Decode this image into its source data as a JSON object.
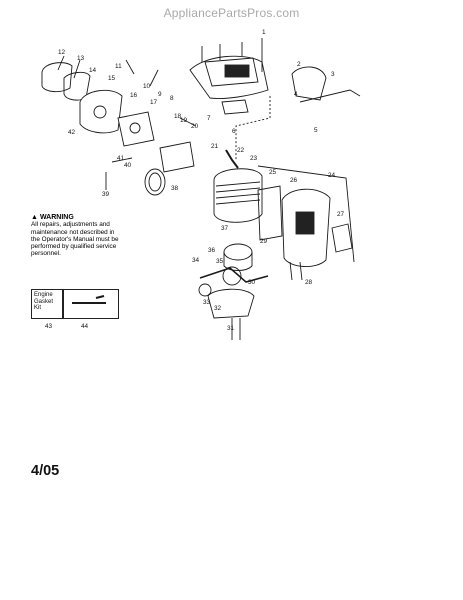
{
  "watermark": "AppliancePartsPros.com",
  "warning": {
    "title": "WARNING",
    "line1": "All repairs, adjustments and",
    "line2": "maintenance not described in",
    "line3": "the Operator's Manual must be",
    "line4": "performed by qualified service",
    "line5": "personnel."
  },
  "kit": {
    "line1": "Engine",
    "line2": "Gasket",
    "line3": "Kit"
  },
  "date_code": "4/05",
  "callouts": [
    "1",
    "2",
    "3",
    "4",
    "5",
    "6",
    "7",
    "8",
    "9",
    "10",
    "11",
    "12",
    "13",
    "14",
    "15",
    "16",
    "17",
    "18",
    "19",
    "20",
    "21",
    "22",
    "23",
    "24",
    "25",
    "26",
    "27",
    "28",
    "29",
    "30",
    "31",
    "32",
    "33",
    "34",
    "35",
    "36",
    "37",
    "38",
    "39",
    "40",
    "41",
    "42",
    "43",
    "44"
  ]
}
